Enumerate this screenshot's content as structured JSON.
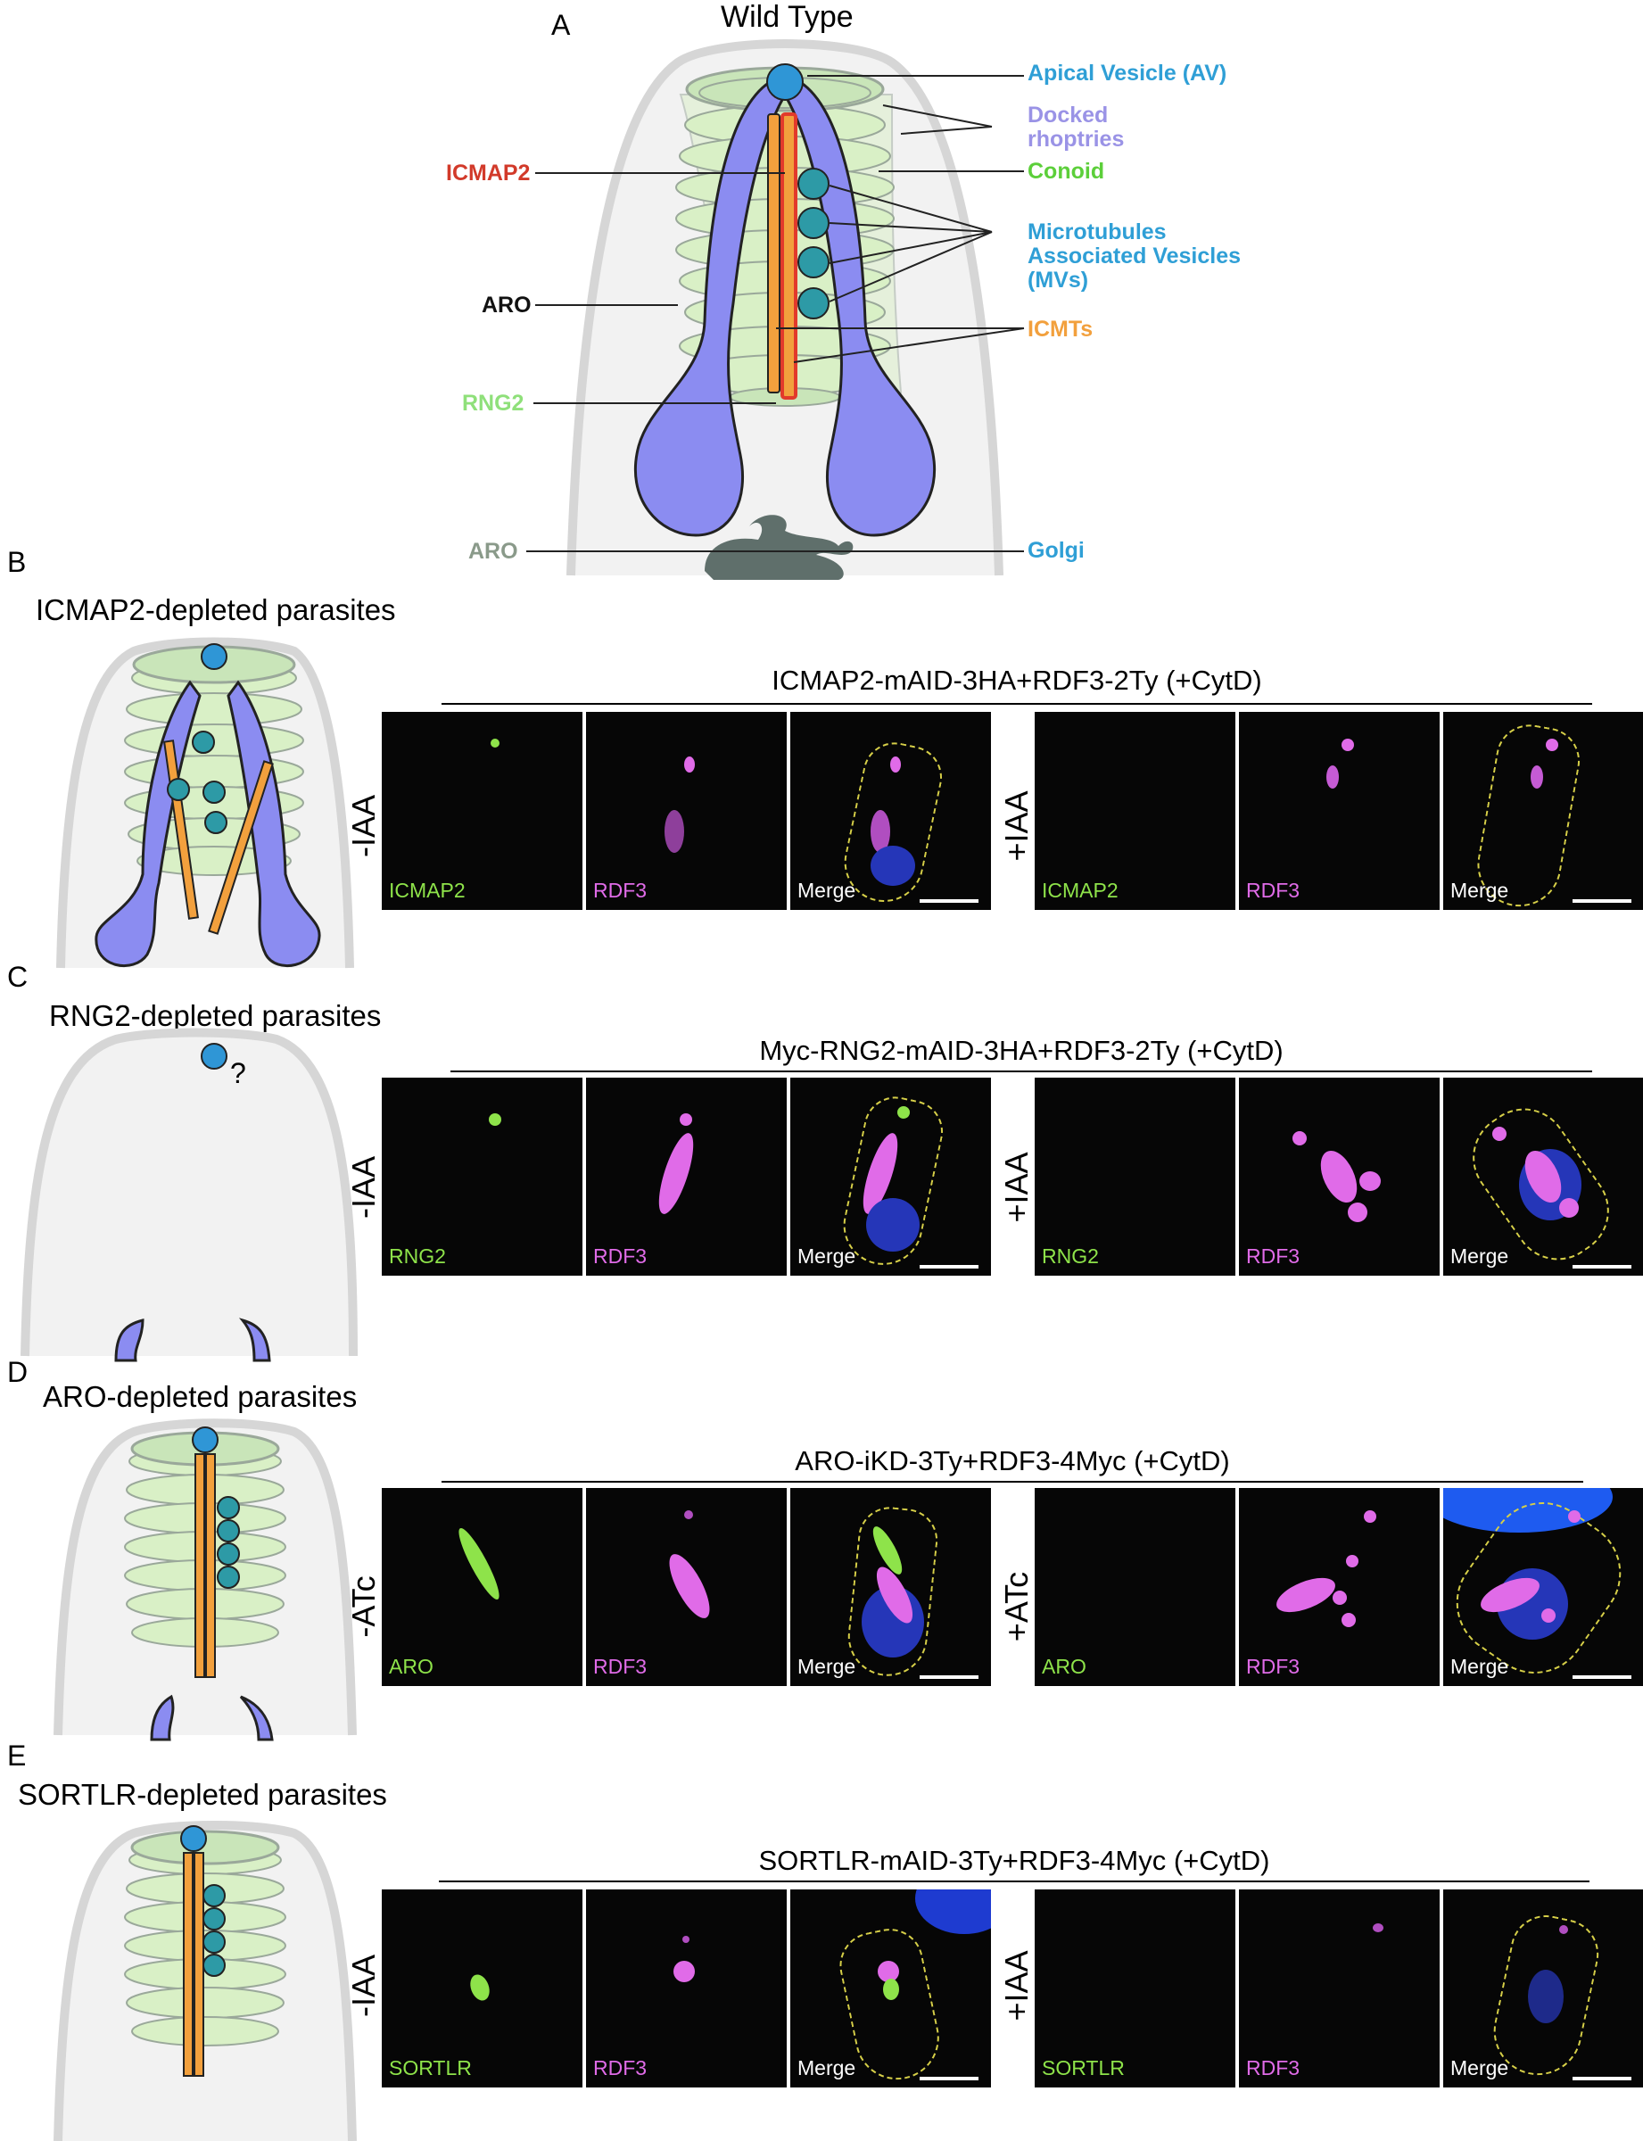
{
  "colors": {
    "rhoptry": "#8b8cf1",
    "conoid": "#d9f0c6",
    "icmt": "#f2a03d",
    "icmap2_outline": "#e23a2b",
    "vesicle": "#2d9aa6",
    "apical_vesicle": "#2f96d6",
    "golgi": "#5f6f6b",
    "label_blue": "#2f9fd6",
    "label_purple": "#9a93e6",
    "label_green": "#5ccf3a",
    "label_red": "#d23a2a",
    "label_orange": "#f2a03d",
    "label_lightgreen": "#8fe07a",
    "label_grey": "#8a9a8a",
    "channel_green": "#8ee34a",
    "channel_magenta": "#e06be8"
  },
  "panelA": {
    "letter": "A",
    "title": "Wild Type",
    "labels": {
      "av": "Apical Vesicle (AV)",
      "docked_1": "Docked",
      "docked_2": "rhoptries",
      "conoid": "Conoid",
      "mv_1": "Microtubules",
      "mv_2": "Associated Vesicles",
      "mv_3": "(MVs)",
      "icmts": "ICMTs",
      "golgi": "Golgi",
      "icmap2": "ICMAP2",
      "aro": "ARO",
      "rng2": "RNG2",
      "aro_golgi": "ARO"
    }
  },
  "rows": [
    {
      "letter": "B",
      "title": "ICMAP2-depleted parasites",
      "header": "ICMAP2-mAID-3HA+RDF3-2Ty (+CytD)",
      "left_cond": "-IAA",
      "right_cond": "+IAA",
      "channels": [
        "ICMAP2",
        "RDF3",
        "Merge"
      ]
    },
    {
      "letter": "C",
      "title": "RNG2-depleted parasites",
      "header": "Myc-RNG2-mAID-3HA+RDF3-2Ty (+CytD)",
      "left_cond": "-IAA",
      "right_cond": "+IAA",
      "question": "?",
      "channels": [
        "RNG2",
        "RDF3",
        "Merge"
      ]
    },
    {
      "letter": "D",
      "title": "ARO-depleted parasites",
      "header": "ARO-iKD-3Ty+RDF3-4Myc (+CytD)",
      "left_cond": "-ATc",
      "right_cond": "+ATc",
      "channels": [
        "ARO",
        "RDF3",
        "Merge"
      ]
    },
    {
      "letter": "E",
      "title": "SORTLR-depleted parasites",
      "header": "SORTLR-mAID-3Ty+RDF3-4Myc (+CytD)",
      "left_cond": "-IAA",
      "right_cond": "+IAA",
      "channels": [
        "SORTLR",
        "RDF3",
        "Merge"
      ]
    }
  ]
}
